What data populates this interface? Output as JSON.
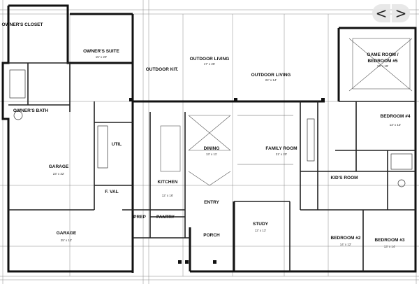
{
  "rooms": {
    "owners_closet": "OWNER'S CLOSET",
    "owners_suite": "OWNER'S SUITE",
    "owners_bath": "OWNER'S BATH",
    "outdoor_kit": "OUTDOOR KIT.",
    "outdoor_living_1": "OUTDOOR LIVING",
    "outdoor_living_2": "OUTDOOR LIVING",
    "game_room_1": "GAME ROOM /",
    "game_room_2": "BEDROOM #5",
    "bedroom_4": "BEDROOM #4",
    "util": "UTIL",
    "garage_upper": "GARAGE",
    "garage_lower": "GARAGE",
    "dining": "DINING",
    "family_room": "FAMILY ROOM",
    "kids_room": "KID'S ROOM",
    "kitchen": "KITCHEN",
    "f_val": "F. VAL",
    "prep": "PREP",
    "pantry": "PANTRY",
    "entry": "ENTRY",
    "porch": "PORCH",
    "study": "STUDY",
    "bedroom_2": "BEDROOM #2",
    "bedroom_3": "BEDROOM #3"
  },
  "dims": {
    "owners_suite": "15' x 20'",
    "outdoor_living_1": "17' x 25'",
    "outdoor_living_2": "22' x 14'",
    "game_room": "18' x 19'",
    "bedroom_4": "13' x 13'",
    "garage_upper": "23' x 32'",
    "garage_lower": "25' x 12'",
    "dining": "13' x 11'",
    "family_room": "21' x 20'",
    "kitchen": "12' x 16'",
    "study": "12' x 13'",
    "bedroom_2": "14' x 12'",
    "bedroom_3": "13' x 14'"
  },
  "nav": {
    "prev": "<",
    "next": ">"
  }
}
